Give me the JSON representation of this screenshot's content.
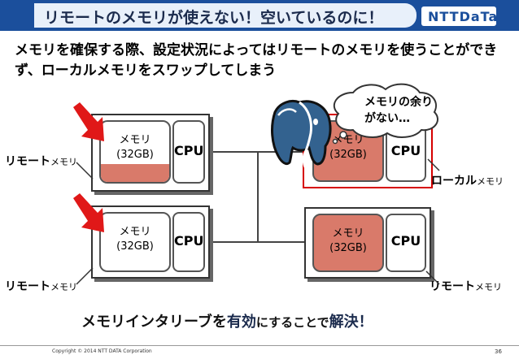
{
  "slide": {
    "title": "リモートのメモリが使えない！空いているのに！",
    "logo": "NTTDaTa",
    "lead": "メモリを確保する際、設定状況によってはリモートのメモリを使うことができず、ローカルメモリをスワップしてしまう",
    "callout": "メモリの余りがない…",
    "bottom_part1": "メモリインタリーブを",
    "bottom_part2": "有効",
    "bottom_part3": "にすることで",
    "bottom_part4": "解決！",
    "copyright": "Copyright © 2014 NTT DATA Corporation",
    "page_number": "36",
    "icons": [
      "red-arrow-icon",
      "postgresql-elephant-icon",
      "thought-bubble-icon"
    ]
  },
  "servers": [
    {
      "id": "top-left",
      "memory_label": "メモリ",
      "memory_size": "(32GB)",
      "cpu_label": "CPU",
      "memory_used": 0.3,
      "role_big": "リモート",
      "role_small": "メモリ"
    },
    {
      "id": "top-right",
      "memory_label": "メモリ",
      "memory_size": "(32GB)",
      "cpu_label": "CPU",
      "memory_used": 1.0,
      "role_big": "ローカル",
      "role_small": "メモリ"
    },
    {
      "id": "bottom-left",
      "memory_label": "メモリ",
      "memory_size": "(32GB)",
      "cpu_label": "CPU",
      "memory_used": 0.0,
      "role_big": "リモート",
      "role_small": "メモリ"
    },
    {
      "id": "bottom-right",
      "memory_label": "メモリ",
      "memory_size": "(32GB)",
      "cpu_label": "CPU",
      "memory_used": 1.0,
      "role_big": "リモート",
      "role_small": "メモリ"
    }
  ],
  "colors": {
    "brand": "#1b4f9c",
    "memory_used": "#d97a6a",
    "highlight": "#d60000"
  }
}
